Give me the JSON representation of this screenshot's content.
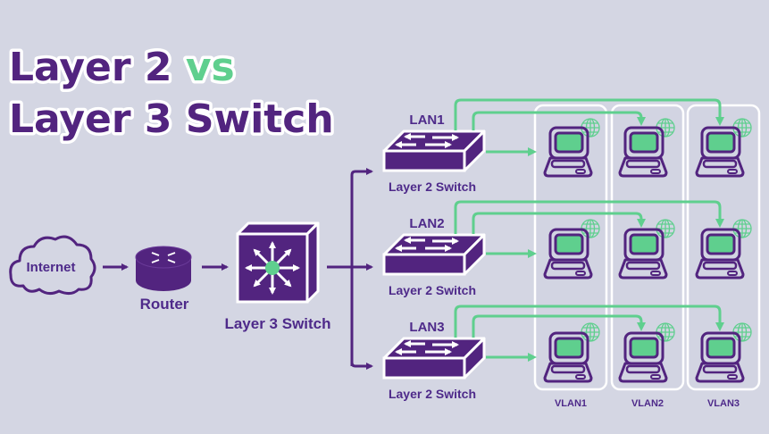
{
  "title": {
    "line1_part1": "Layer 2 ",
    "line1_part2": "vs",
    "line2": "Layer 3 Switch"
  },
  "colors": {
    "background": "#d4d6e3",
    "purple": "#52247f",
    "green": "#5fcf8e",
    "white": "#ffffff"
  },
  "nodes": {
    "internet": {
      "label": "Internet",
      "icon": "cloud-icon"
    },
    "router": {
      "label": "Router",
      "icon": "router-icon"
    },
    "layer3_switch": {
      "label": "Layer 3 Switch",
      "icon": "layer3-switch-icon"
    },
    "layer2_switches": [
      {
        "lan": "LAN1",
        "label": "Layer 2 Switch",
        "icon": "layer2-switch-icon"
      },
      {
        "lan": "LAN2",
        "label": "Layer 2 Switch",
        "icon": "layer2-switch-icon"
      },
      {
        "lan": "LAN3",
        "label": "Layer 2 Switch",
        "icon": "layer2-switch-icon"
      }
    ]
  },
  "vlans": [
    {
      "label": "VLAN1"
    },
    {
      "label": "VLAN2"
    },
    {
      "label": "VLAN3"
    }
  ],
  "computer_icon": "computer-icon",
  "globe_icon": "globe-icon"
}
